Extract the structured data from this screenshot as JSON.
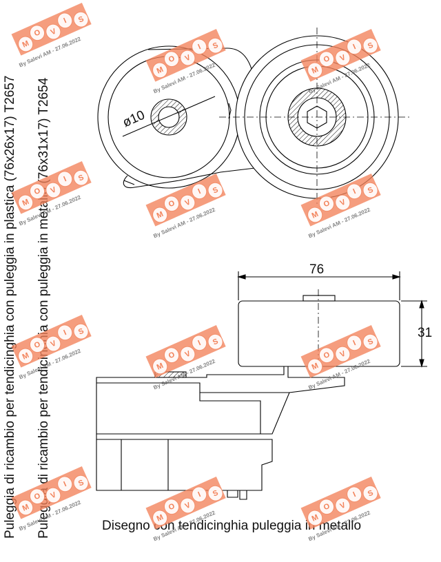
{
  "labels": {
    "vertical_1": "Puleggia di ricambio per tendicinghia con puleggia in plastica (76x26x17) T2657",
    "vertical_2": "Puleggia di ricambio per tendicinghia con puleggia in metallo (76x31x17) T2654",
    "caption": "Disegno con tendicinghia puleggia in metallo",
    "dim_width": "76",
    "dim_height": "31",
    "dim_hole": "ø10"
  },
  "watermark": {
    "letters": [
      "M",
      "O",
      "V",
      "I",
      "S"
    ],
    "tag": "By Salevi AM - 27.06.2022",
    "color": "#f2825a"
  },
  "colors": {
    "line": "#000000",
    "background": "#ffffff"
  }
}
